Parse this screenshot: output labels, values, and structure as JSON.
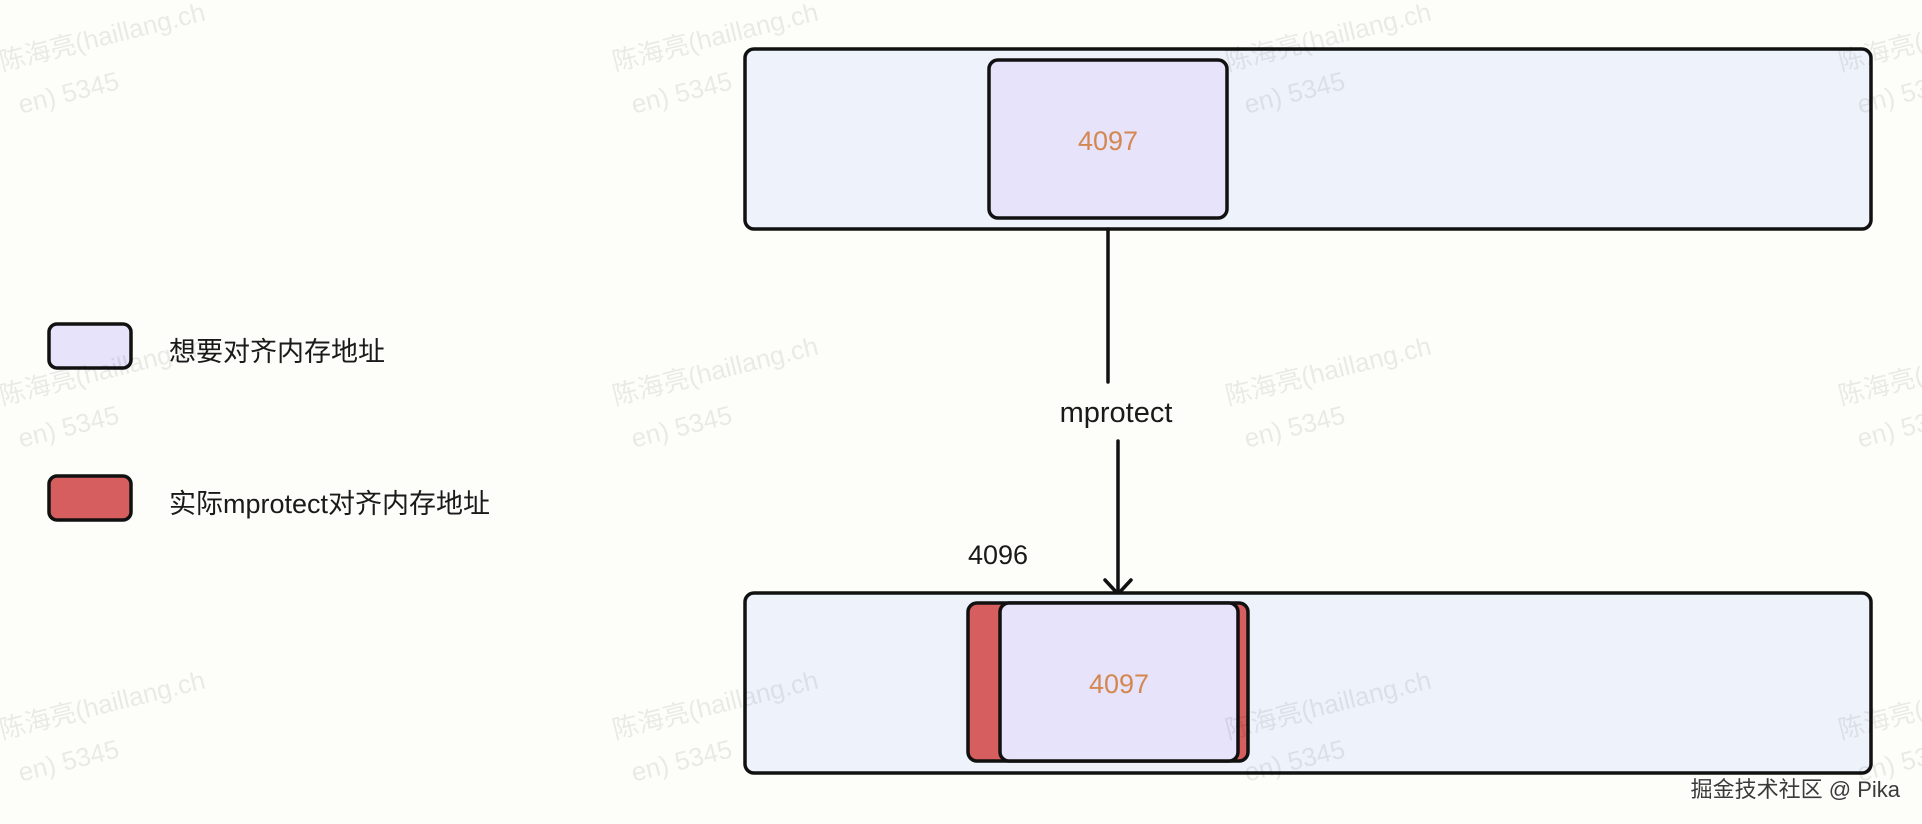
{
  "diagram": {
    "top_block": {
      "label": "4097"
    },
    "arrow_label": "mprotect",
    "offset_label": "4096",
    "bottom_block": {
      "label": "4097"
    }
  },
  "legend": [
    {
      "label": "想要对齐内存地址",
      "color": "#e6e3fb"
    },
    {
      "label": "实际mprotect对齐内存地址",
      "color": "#d65e5e"
    }
  ],
  "colors": {
    "background": "#fdfdfa",
    "memory_region": "#eef2fa",
    "desired_block": "#e6e3fb",
    "actual_block": "#d65e5e",
    "value_text": "#d4874f"
  },
  "watermark": {
    "line1": "陈海亮(haillang.ch",
    "line2": "en) 5345"
  },
  "credit": "掘金技术社区 @ Pika"
}
